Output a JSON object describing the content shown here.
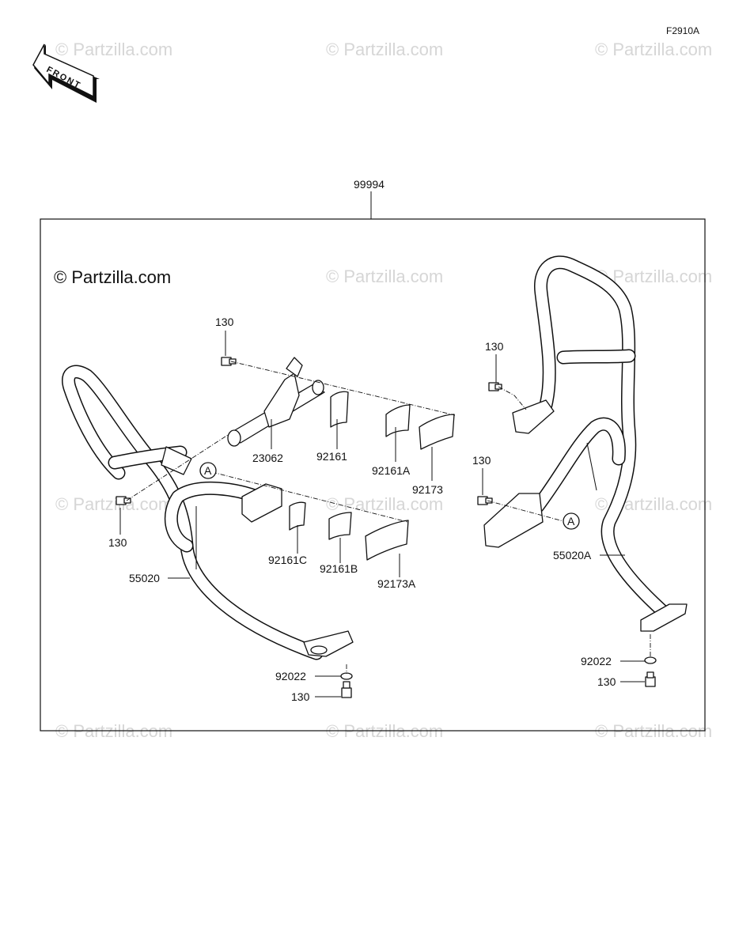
{
  "diagram": {
    "figure_code": "F2910A",
    "front_label": "FRONT",
    "watermark": "© Partzilla.com",
    "callouts": {
      "assembly": "99994",
      "bolt_top_left": "130",
      "bolt_top_right": "130",
      "bolt_mid_right": "130",
      "bolt_left": "130",
      "bolt_bottom_left": "130",
      "bolt_bottom_right": "130",
      "collar": "23062",
      "pad_92161": "92161",
      "pad_92161A": "92161A",
      "clamp_92173": "92173",
      "pad_92161C": "92161C",
      "pad_92161B": "92161B",
      "clamp_92173A": "92173A",
      "guard_left": "55020",
      "guard_right": "55020A",
      "washer_left": "92022",
      "washer_right": "92022",
      "ref_left": "A",
      "ref_right": "A"
    }
  }
}
